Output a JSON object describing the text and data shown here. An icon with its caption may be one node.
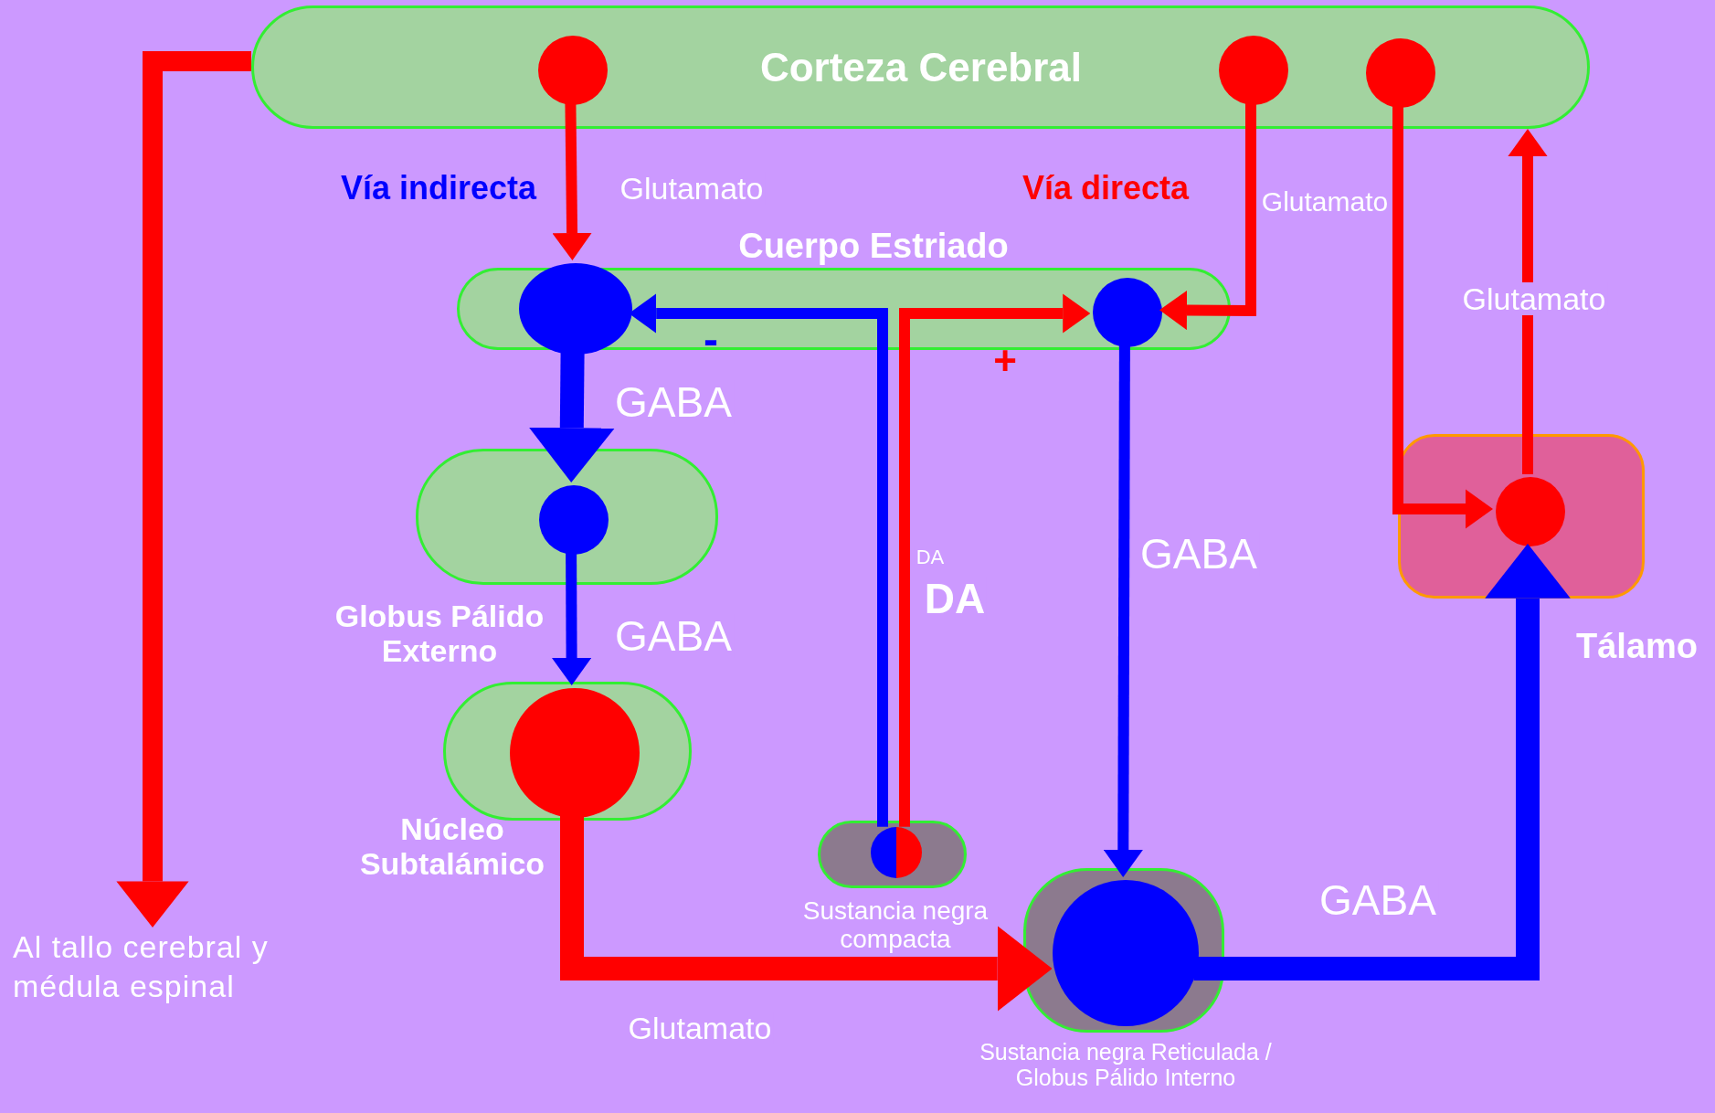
{
  "diagram": {
    "nodes": [
      {
        "text": [
          "Corteza Cerebral"
        ]
      },
      {
        "text": [],
        "shape": "circle",
        "in": 0
      },
      {
        "text": [],
        "shape": "circle",
        "in": 0
      },
      {
        "text": [],
        "shape": "circle",
        "in": 0
      },
      {
        "text": [
          "Cuerpo Estriado"
        ]
      },
      {
        "text": [],
        "shape": "circle",
        "in": 4
      },
      {
        "text": [],
        "shape": "circle",
        "in": 4
      },
      {
        "text": [
          "Globus Pálido Externo"
        ]
      },
      {
        "text": [],
        "shape": "circle",
        "in": 7
      },
      {
        "text": [
          "Núcleo Subtalámico"
        ]
      },
      {
        "text": [],
        "shape": "circle",
        "in": 9
      },
      {
        "text": [
          "Sustancia negra compacta"
        ]
      },
      {
        "text": [],
        "shape": "circle",
        "in": 11
      },
      {
        "text": [
          "Sustancia negra Reticulada / Globus Pálido Interno"
        ]
      },
      {
        "text": [],
        "shape": "circle",
        "in": 13
      },
      {
        "text": [
          "Tálamo"
        ]
      },
      {
        "text": [],
        "shape": "circle",
        "in": 15
      },
      {
        "text": [
          "Al tallo cerebral y médula espinal"
        ]
      }
    ],
    "edges": [
      {
        "from": 0,
        "to": 17,
        "arrow": "to",
        "style": "thick"
      },
      {
        "from": 1,
        "to": 5,
        "arrow": "to",
        "label": "Glutamato"
      },
      {
        "from": 2,
        "to": 6,
        "arrow": "to",
        "label": "Glutamato"
      },
      {
        "from": 3,
        "to": 16,
        "arrow": "to"
      },
      {
        "from": 16,
        "to": 0,
        "arrow": "to",
        "label": "Glutamato"
      },
      {
        "from": 5,
        "to": 8,
        "arrow": "to",
        "label": "GABA",
        "style": "thick",
        "color": "#0000ff"
      },
      {
        "from": 8,
        "to": 10,
        "arrow": "to",
        "label": "GABA",
        "color": "#0000ff"
      },
      {
        "from": 12,
        "to": 5,
        "arrow": "to",
        "label": "DA",
        "color": "#0000ff"
      },
      {
        "from": 12,
        "to": 6,
        "arrow": "to",
        "label": "DA"
      },
      {
        "from": 6,
        "to": 14,
        "arrow": "to",
        "label": "GABA",
        "color": "#0000ff"
      },
      {
        "from": 10,
        "to": 14,
        "arrow": "to",
        "label": "Glutamato",
        "style": "thick"
      },
      {
        "from": 14,
        "to": 16,
        "arrow": "to",
        "label": "GABA",
        "style": "thick",
        "color": "#0000ff"
      }
    ],
    "labels": [
      "Vía indirecta",
      "Vía directa",
      "-",
      "+"
    ]
  }
}
